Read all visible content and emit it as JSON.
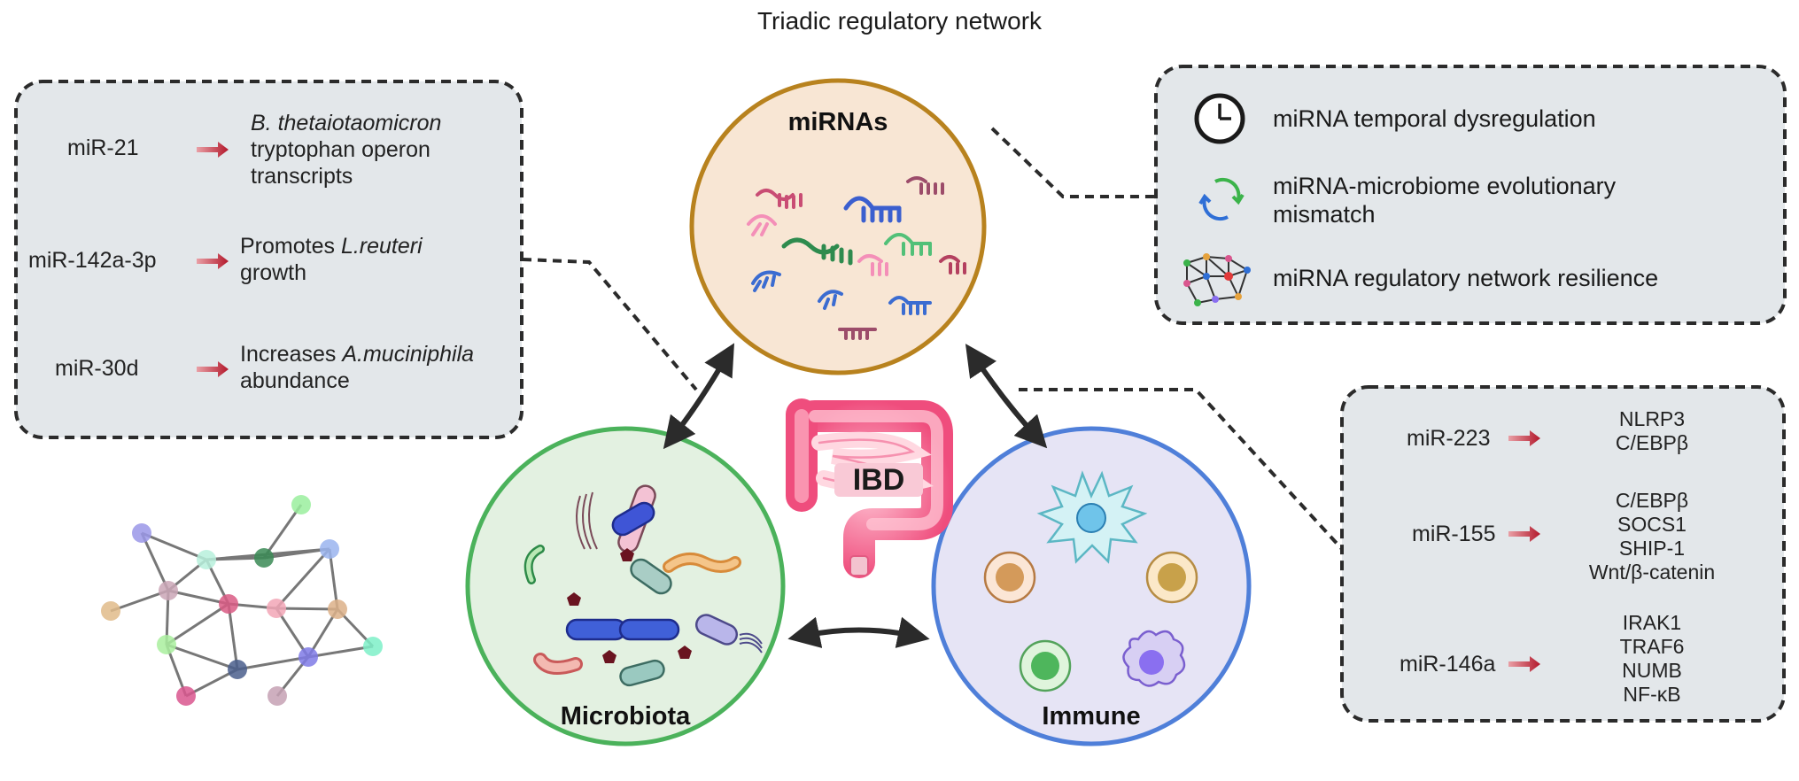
{
  "title": "Triadic regulatory network",
  "hub": {
    "label": "IBD"
  },
  "circles": {
    "mirnas": {
      "label": "miRNAs",
      "fill": "#f8e6d4",
      "stroke": "#b8821e"
    },
    "microbiota": {
      "label": "Microbiota",
      "fill": "#e3f1e1",
      "stroke": "#4bb25b"
    },
    "immune": {
      "label": "Immune",
      "fill": "#e6e4f5",
      "stroke": "#4f7fd9"
    }
  },
  "left_panel": {
    "rows": [
      {
        "mirna": "miR-21",
        "target_italic": "B. thetaiotaomicron",
        "target_line2": "tryptophan operon",
        "target_line3": "transcripts"
      },
      {
        "mirna": "miR-142a-3p",
        "target_pre": "Promotes ",
        "target_italic": "L.reuteri",
        "target_line2": "growth"
      },
      {
        "mirna": "miR-30d",
        "target_pre": "Increases ",
        "target_italic": "A.muciniphila",
        "target_line2": "abundance"
      }
    ]
  },
  "top_right_panel": {
    "items": [
      {
        "icon": "clock-icon",
        "text": "miRNA  temporal dysregulation"
      },
      {
        "icon": "cycle-arrows-icon",
        "text_line1": "miRNA-microbiome evolutionary",
        "text_line2": "mismatch"
      },
      {
        "icon": "network-mesh-icon",
        "text": "miRNA regulatory network resilience"
      }
    ]
  },
  "bottom_right_panel": {
    "rows": [
      {
        "mirna": "miR-223",
        "targets": [
          "NLRP3",
          "C/EBPβ"
        ]
      },
      {
        "mirna": "miR-155",
        "targets": [
          "C/EBPβ",
          "SOCS1",
          "SHIP-1",
          "Wnt/β-catenin"
        ]
      },
      {
        "mirna": "miR-146a",
        "targets": [
          "IRAK1",
          "TRAF6",
          "NUMB",
          "NF-κB"
        ]
      }
    ]
  },
  "colors": {
    "panel_fill": "#e3e7ea",
    "panel_border": "#2b2b2b",
    "mini_arrow": "#b3182b",
    "connector": "#2b2b2b"
  }
}
